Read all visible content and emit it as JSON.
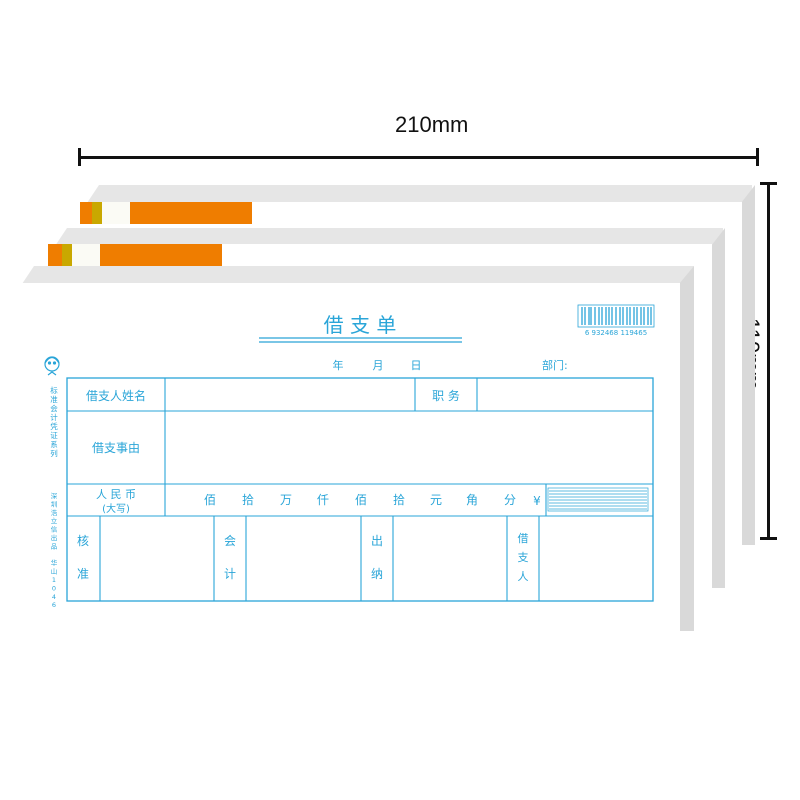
{
  "dimensions": {
    "width_label": "210mm",
    "height_label": "110mm"
  },
  "form": {
    "title": "借 支 单",
    "date_year": "年",
    "date_month": "月",
    "date_day": "日",
    "department": "部门:",
    "barcode_digits": "6 932468 119465",
    "side_series": "标准会计凭证系列",
    "side_maker": "深圳浩立信出品 华山1046",
    "row1_name_label": "借支人姓名",
    "row1_position_label": "职 务",
    "row2_reason_label": "借支事由",
    "rmb_label": "人 民 币",
    "rmb_sub": "(大写)",
    "units": [
      "佰",
      "拾",
      "万",
      "仟",
      "佰",
      "拾",
      "元",
      "角",
      "分"
    ],
    "yen": "¥",
    "sig_approve": [
      "核",
      "准"
    ],
    "sig_accounting": [
      "会",
      "计"
    ],
    "sig_cashier": [
      "出",
      "纳"
    ],
    "sig_borrower": [
      "借",
      "支",
      "人"
    ]
  },
  "colors": {
    "form_blue": "#2aa5d8",
    "orange": "#ef7d00",
    "mustard": "#c9a800",
    "ink": "#111111"
  }
}
